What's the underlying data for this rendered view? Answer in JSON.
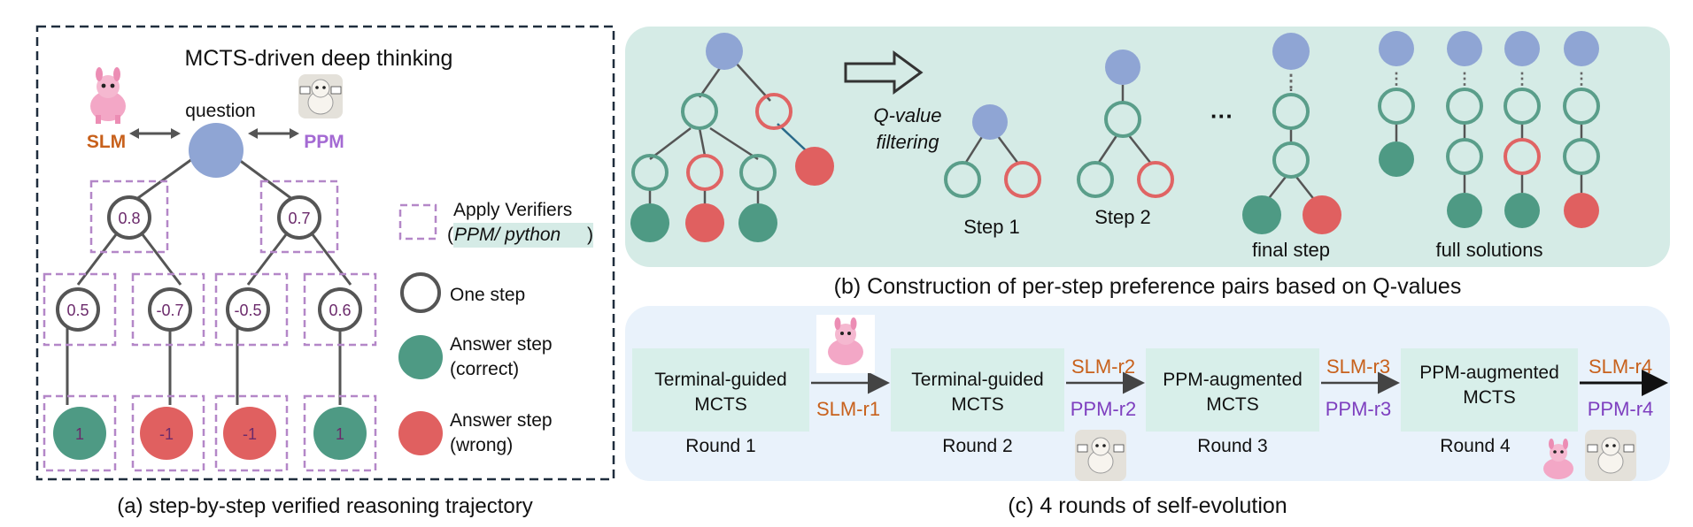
{
  "panel_a": {
    "title": "MCTS-driven deep thinking",
    "question_label": "question",
    "slm_label": "SLM",
    "ppm_label": "PPM",
    "depth1": [
      {
        "value": "0.8"
      },
      {
        "value": "0.7"
      }
    ],
    "depth2": [
      {
        "value": "0.5"
      },
      {
        "value": "-0.7"
      },
      {
        "value": "-0.5"
      },
      {
        "value": "0.6"
      }
    ],
    "leaves": [
      {
        "value": "1"
      },
      {
        "value": "-1"
      },
      {
        "value": "-1"
      },
      {
        "value": "1"
      }
    ],
    "legend": {
      "verifiers_line1": "Apply Verifiers",
      "verifiers_line2": "PPM/ python",
      "one_step": "One step",
      "correct_line1": "Answer step",
      "correct_line2": "(correct)",
      "wrong_line1": "Answer step",
      "wrong_line2": "(wrong)"
    },
    "caption": "(a) step-by-step verified reasoning trajectory"
  },
  "panel_b": {
    "filter_line1": "Q-value",
    "filter_line2": "filtering",
    "ellipsis": "···",
    "step1": "Step 1",
    "step2": "Step 2",
    "final_step": "final step",
    "full_solutions": "full solutions",
    "caption": "(b) Construction of per-step preference pairs based on Q-values"
  },
  "panel_c": {
    "boxes": [
      {
        "line1": "Terminal-guided",
        "line2": "MCTS",
        "round": "Round 1"
      },
      {
        "line1": "Terminal-guided",
        "line2": "MCTS",
        "round": "Round 2"
      },
      {
        "line1": "PPM-augmented",
        "line2": "MCTS",
        "round": "Round 3"
      },
      {
        "line1": "PPM-augmented",
        "line2": "MCTS",
        "round": "Round 4"
      }
    ],
    "arrow1_bottom": "SLM-r1",
    "arrow2_top": "SLM-r2",
    "arrow2_bottom": "PPM-r2",
    "arrow3_top": "SLM-r3",
    "arrow3_bottom": "PPM-r3",
    "arrow4_top": "SLM-r4",
    "arrow4_bottom": "PPM-r4",
    "caption": "(c) 4 rounds of self-evolution"
  },
  "colors": {
    "question_node": "#8fa5d4",
    "correct": "#4e9a84",
    "wrong": "#e06060",
    "green_ring": "#5a9e8a",
    "red_ring": "#e06464",
    "dashed_box": "#b487c8",
    "value_text": "#6b2a6b",
    "slm_text": "#c8611c",
    "ppm_text": "#7e3fbf",
    "panel_b_bg": "#d5ebe6",
    "panel_c_bg": "#e9f2fb",
    "panel_c_box": "#d8efea"
  }
}
